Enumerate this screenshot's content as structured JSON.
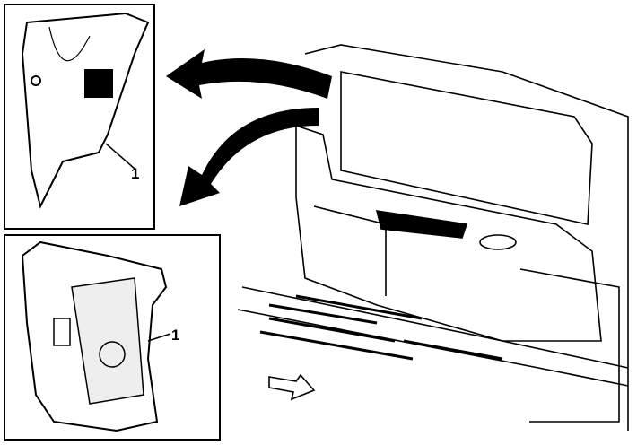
{
  "diagram": {
    "callouts": [
      {
        "id": "detail-top",
        "label": "1"
      },
      {
        "id": "detail-bottom",
        "label": "1"
      }
    ],
    "colors": {
      "line": "#000000",
      "panel": "#ffffff",
      "shade": "#e8e8e8"
    }
  }
}
